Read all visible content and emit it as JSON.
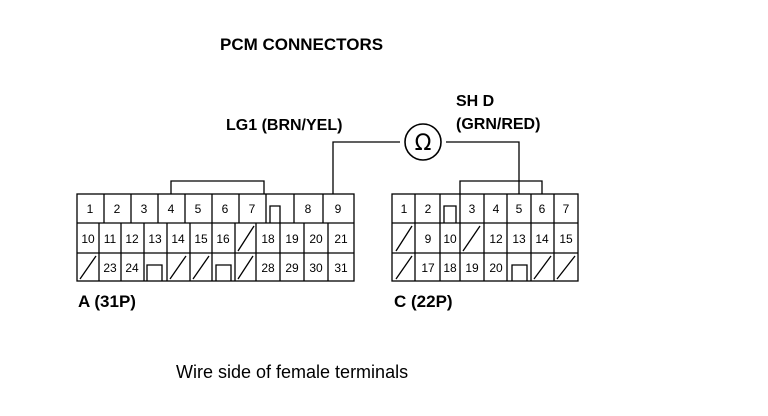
{
  "title": "PCM CONNECTORS",
  "wire_left_label": "LG1 (BRN/YEL)",
  "wire_right_label_line1": "SH D",
  "wire_right_label_line2": "(GRN/RED)",
  "ohm_symbol": "Ω",
  "connector_a": {
    "label": "A (31P)",
    "rows": [
      [
        "1",
        "2",
        "3",
        "4",
        "5",
        "6",
        "7",
        "",
        "8",
        "9"
      ],
      [
        "10",
        "11",
        "12",
        "13",
        "14",
        "15",
        "16",
        "",
        "18",
        "19",
        "20",
        "21"
      ],
      [
        "",
        "23",
        "24",
        "",
        "",
        "",
        "",
        "",
        "28",
        "29",
        "30",
        "31"
      ]
    ]
  },
  "connector_c": {
    "label": "C (22P)",
    "rows": [
      [
        "1",
        "2",
        "",
        "3",
        "4",
        "5",
        "6",
        "7"
      ],
      [
        "",
        "9",
        "10",
        "",
        "12",
        "13",
        "14",
        "15"
      ],
      [
        "",
        "17",
        "18",
        "19",
        "20",
        "",
        ""
      ]
    ]
  },
  "footer": "Wire side of female terminals"
}
